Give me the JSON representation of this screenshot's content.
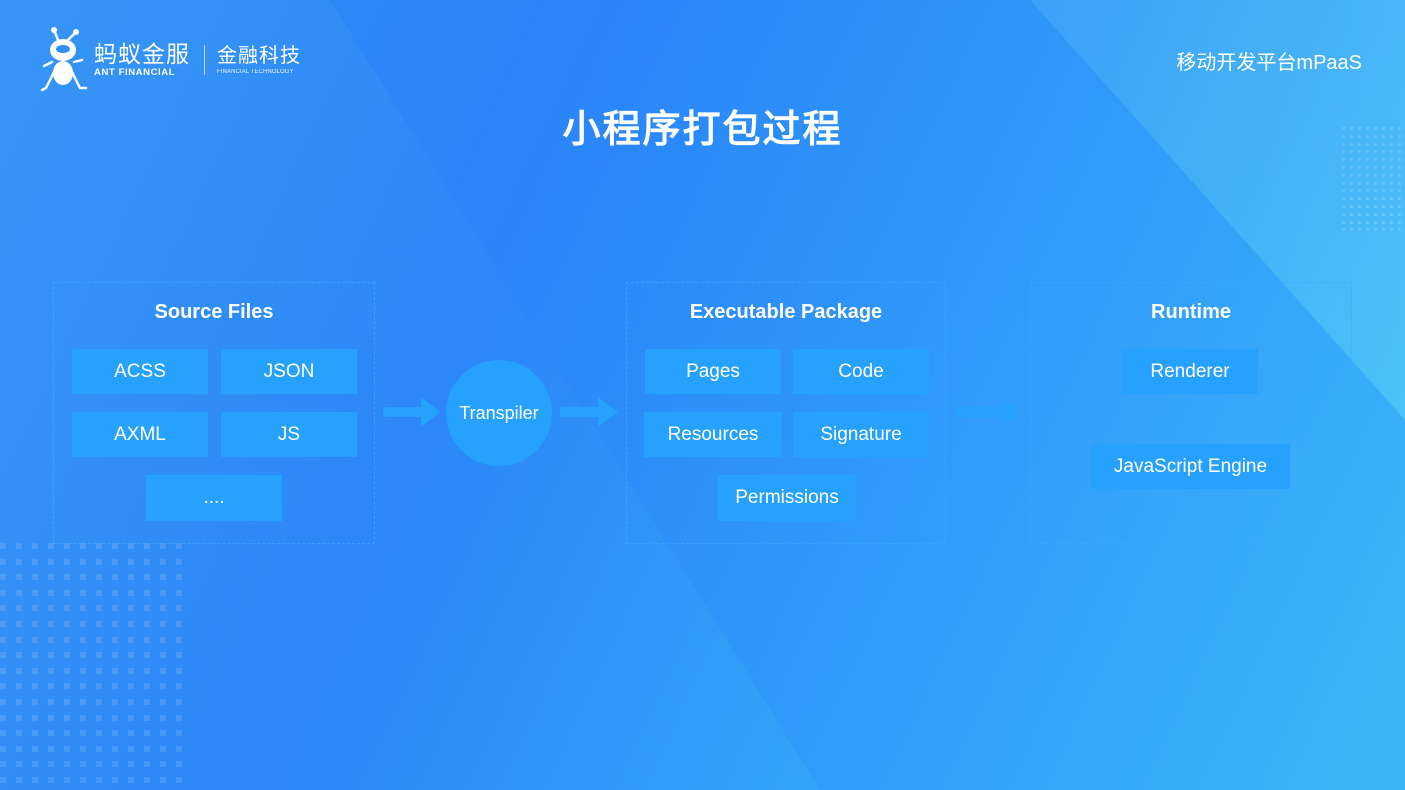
{
  "header": {
    "logo": {
      "brand_cn": "蚂蚁金服",
      "brand_en": "ANT FINANCIAL",
      "sub_cn": "金融科技",
      "sub_en": "FINANCIAL TECHNOLOGY"
    },
    "platform": "移动开发平台mPaaS"
  },
  "title": "小程序打包过程",
  "diagram": {
    "source_files": {
      "title": "Source Files",
      "items": [
        "ACSS",
        "JSON",
        "AXML",
        "JS",
        "...."
      ]
    },
    "transpiler": {
      "label": "Transpiler"
    },
    "executable_package": {
      "title": "Executable Package",
      "items": [
        "Pages",
        "Code",
        "Resources",
        "Signature",
        "Permissions"
      ]
    },
    "runtime": {
      "title": "Runtime",
      "items": [
        "Renderer",
        "JavaScript Engine"
      ]
    },
    "arrows": [
      "source-to-transpiler",
      "transpiler-to-package",
      "package-to-runtime"
    ]
  },
  "colors": {
    "background_start": "#2b86f8",
    "background_end": "#45c7f8",
    "chip": "#27a1fe",
    "dashed_border": "#3caaff",
    "text": "#ffffff"
  }
}
